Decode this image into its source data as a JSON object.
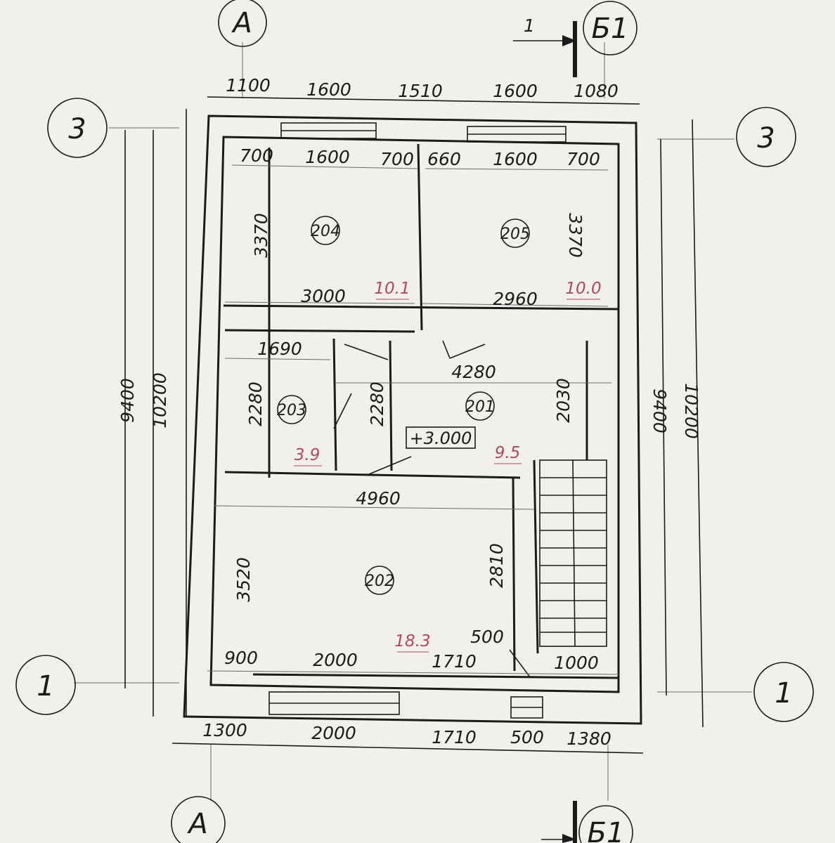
{
  "colors": {
    "ink": "#1b1b1b",
    "area": "#b04a5a",
    "paper": "#f1f0eb"
  },
  "axes": {
    "A": "А",
    "B1": "Б1",
    "one": "1",
    "three": "3"
  },
  "section_mark": "1",
  "top_dims": [
    "1100",
    "1600",
    "1510",
    "1600",
    "1080"
  ],
  "bottom_dims": [
    "1300",
    "2000",
    "1710",
    "500",
    "1380"
  ],
  "left_dims": [
    "9400",
    "10200"
  ],
  "right_dims": [
    "9400",
    "10200"
  ],
  "room204": {
    "number": "204",
    "area": "10.1",
    "dims": [
      "700",
      "1600",
      "700",
      "3370",
      "3000"
    ]
  },
  "room205": {
    "number": "205",
    "area": "10.0",
    "dims": [
      "660",
      "1600",
      "700",
      "3370",
      "2960"
    ]
  },
  "room203": {
    "number": "203",
    "area": "3.9",
    "dims": [
      "1690",
      "2280",
      "2280"
    ]
  },
  "room201": {
    "number": "201",
    "area": "9.5",
    "dims": [
      "4280",
      "2030"
    ],
    "level": "+3.000"
  },
  "room202": {
    "number": "202",
    "area": "18.3",
    "dims": [
      "4960",
      "3520",
      "2810",
      "500",
      "900",
      "2000",
      "1710",
      "1000"
    ]
  }
}
